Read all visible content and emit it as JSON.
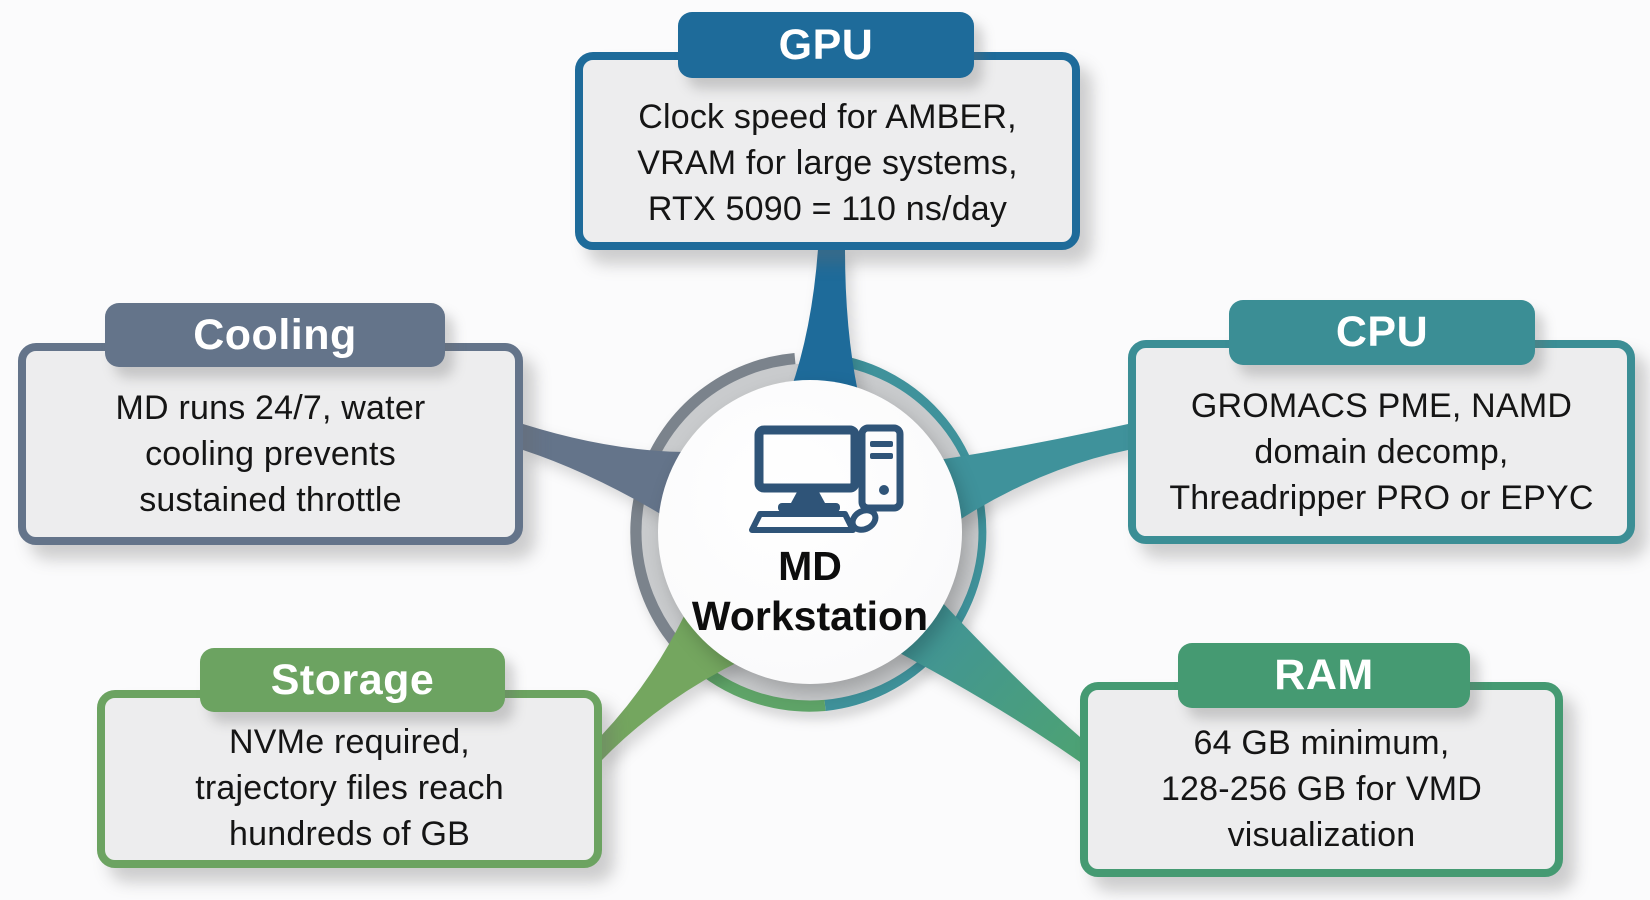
{
  "diagram": {
    "type": "hub-and-spoke",
    "background_color": "#fbfbfc"
  },
  "hub": {
    "label": "MD\nWorkstation",
    "icon": "desktop-computer-icon",
    "icon_color": "#2f5478",
    "ring_colors": {
      "left_gray": "#7b838c",
      "right_teal": "#3f929b",
      "bottom_green": "#5fa468",
      "inner_ring": "#c9cbcd",
      "center_fill": "#fcfcfd"
    }
  },
  "nodes": [
    {
      "id": "gpu",
      "label": "GPU",
      "body": "Clock speed for AMBER,\nVRAM for large systems,\nRTX 5090 = 110 ns/day",
      "color": "#1e6b9a",
      "position": "top"
    },
    {
      "id": "cooling",
      "label": "Cooling",
      "body": "MD runs 24/7, water\ncooling prevents\nsustained throttle",
      "color": "#64748a",
      "position": "left"
    },
    {
      "id": "cpu",
      "label": "CPU",
      "body": "GROMACS PME, NAMD\ndomain decomp,\nThreadripper PRO or EPYC",
      "color": "#3b8e95",
      "position": "right"
    },
    {
      "id": "storage",
      "label": "Storage",
      "body": "NVMe required,\ntrajectory files reach\nhundreds of GB",
      "color": "#6ca361",
      "position": "bottom-left"
    },
    {
      "id": "ram",
      "label": "RAM",
      "body": "64 GB minimum,\n128-256 GB for VMD\nvisualization",
      "color": "#459a72",
      "position": "bottom-right"
    }
  ]
}
